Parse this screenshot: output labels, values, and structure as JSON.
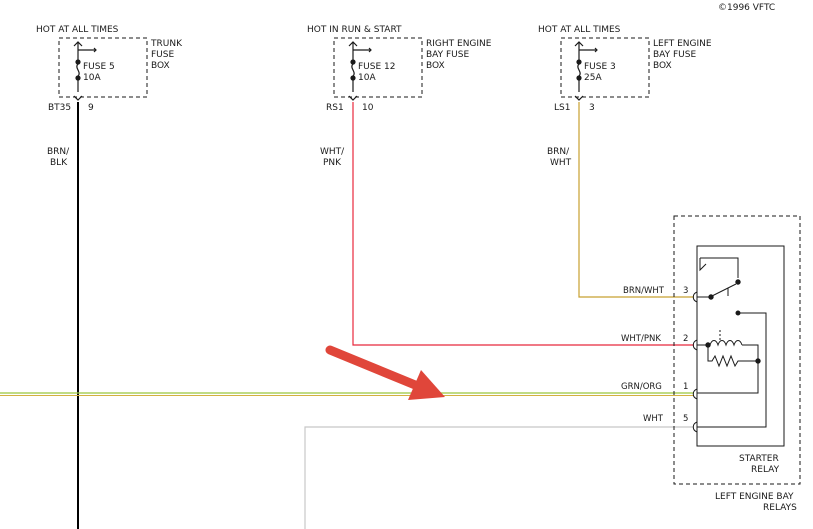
{
  "copyright": "©1996 VFTC",
  "fuses": [
    {
      "hot_label": "HOT AT ALL TIMES",
      "fuse_label": "FUSE 5",
      "rating": "10A",
      "box_lines": [
        "TRUNK",
        "FUSE",
        "BOX"
      ],
      "connector": "BT35",
      "pin": "9",
      "wire_lines": [
        "BRN/",
        "BLK"
      ],
      "wire_color": "#000000"
    },
    {
      "hot_label": "HOT IN RUN & START",
      "fuse_label": "FUSE 12",
      "rating": "10A",
      "box_lines": [
        "RIGHT ENGINE",
        "BAY FUSE",
        "BOX"
      ],
      "connector": "RS1",
      "pin": "10",
      "wire_lines": [
        "WHT/",
        "PNK"
      ],
      "wire_color": "#e8283c"
    },
    {
      "hot_label": "HOT AT ALL TIMES",
      "fuse_label": "FUSE 3",
      "rating": "25A",
      "box_lines": [
        "LEFT ENGINE",
        "BAY FUSE",
        "BOX"
      ],
      "connector": "LS1",
      "pin": "3",
      "wire_lines": [
        "BRN/",
        "WHT"
      ],
      "wire_color": "#c8a030"
    }
  ],
  "relay": {
    "name_lines": [
      "STARTER",
      "RELAY"
    ],
    "location_lines": [
      "LEFT ENGINE BAY",
      "RELAYS"
    ],
    "pins": [
      {
        "label": "BRN/WHT",
        "pin": "3",
        "color": "#c8a030"
      },
      {
        "label": "WHT/PNK",
        "pin": "2",
        "color": "#e8283c"
      },
      {
        "label": "GRN/ORG",
        "pin": "1",
        "color": "#9ac83c"
      },
      {
        "label": "WHT",
        "pin": "5",
        "color": "#c8c8c8"
      }
    ]
  },
  "colors": {
    "arrow": "#e0463a",
    "line": "#1a1a1a"
  }
}
